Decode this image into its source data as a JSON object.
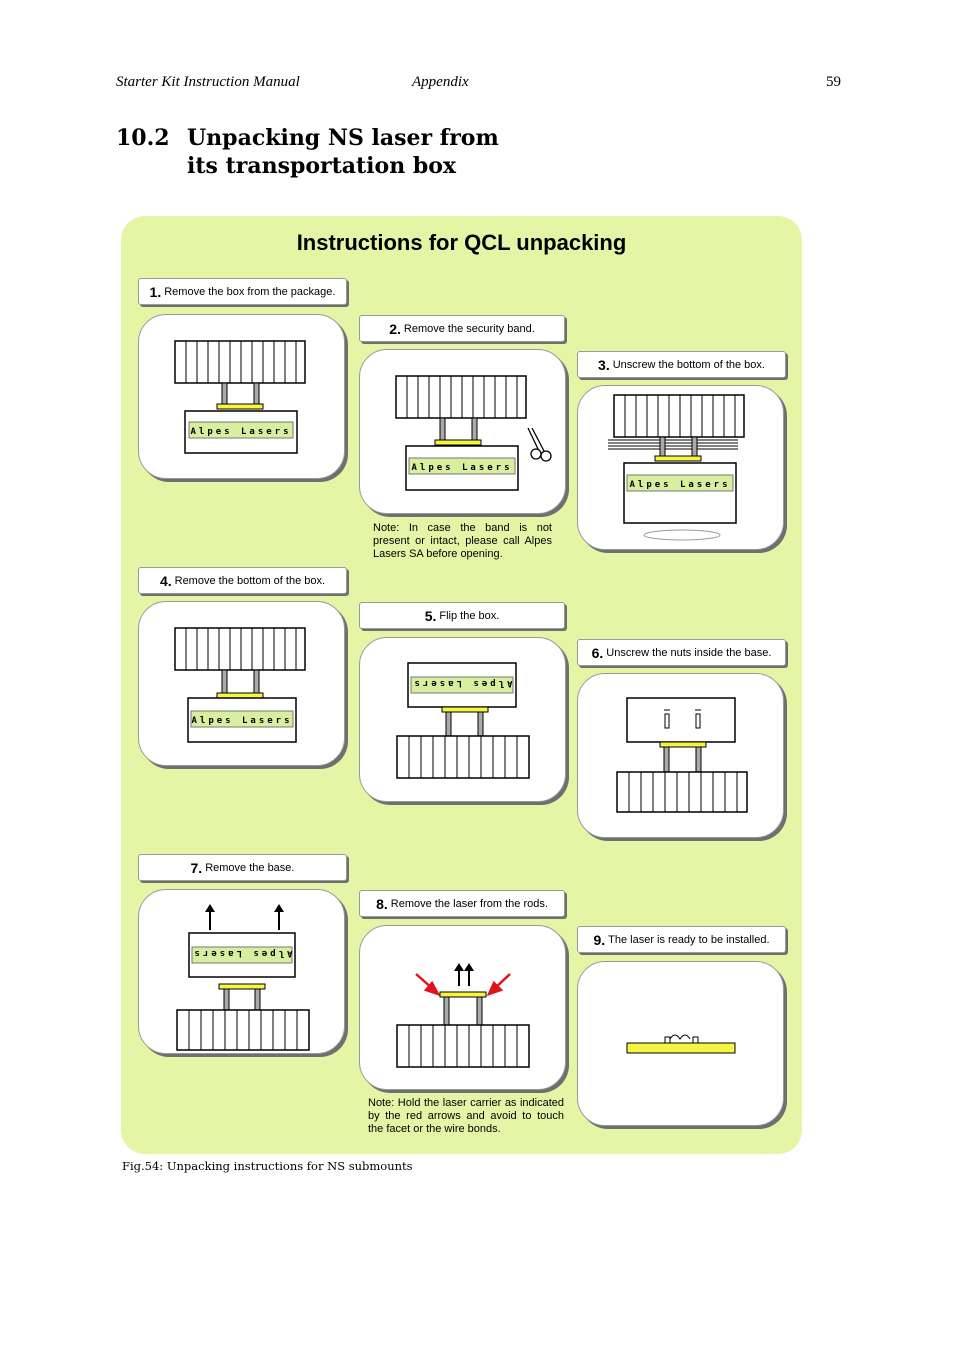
{
  "header": {
    "manual_title": "Starter Kit Instruction Manual",
    "chapter": "Appendix",
    "page_number": "59"
  },
  "section": {
    "number": "10.2",
    "title_line1": "Unpacking NS laser from",
    "title_line2": "its transportation box"
  },
  "figure": {
    "title": "Instructions for QCL unpacking",
    "brand_text": "Alpes Lasers",
    "steps": [
      {
        "num": "1.",
        "text": "Remove the box from the package."
      },
      {
        "num": "2.",
        "text": "Remove the security band."
      },
      {
        "num": "3.",
        "text": "Unscrew the bottom of the box."
      },
      {
        "num": "4.",
        "text": "Remove the bottom of the box."
      },
      {
        "num": "5.",
        "text": "Flip the box."
      },
      {
        "num": "6.",
        "text": "Unscrew the nuts inside the base."
      },
      {
        "num": "7.",
        "text": "Remove the base."
      },
      {
        "num": "8.",
        "text": "Remove the laser from the rods."
      },
      {
        "num": "9.",
        "text": "The laser is ready to be installed."
      }
    ],
    "note_step2": "Note: In case the band is not present or intact, please call Alpes Lasers SA before opening.",
    "note_step8": "Note: Hold the laser carrier as indicated by the red arrows and avoid to touch the facet or the wire bonds.",
    "colors": {
      "panel_bg": "#e5f5a6",
      "carrier_yellow": "#f5f542",
      "arrow_red": "#e0141e",
      "label_green": "#d9efa0"
    }
  },
  "caption": "Fig.54: Unpacking instructions for NS submounts"
}
